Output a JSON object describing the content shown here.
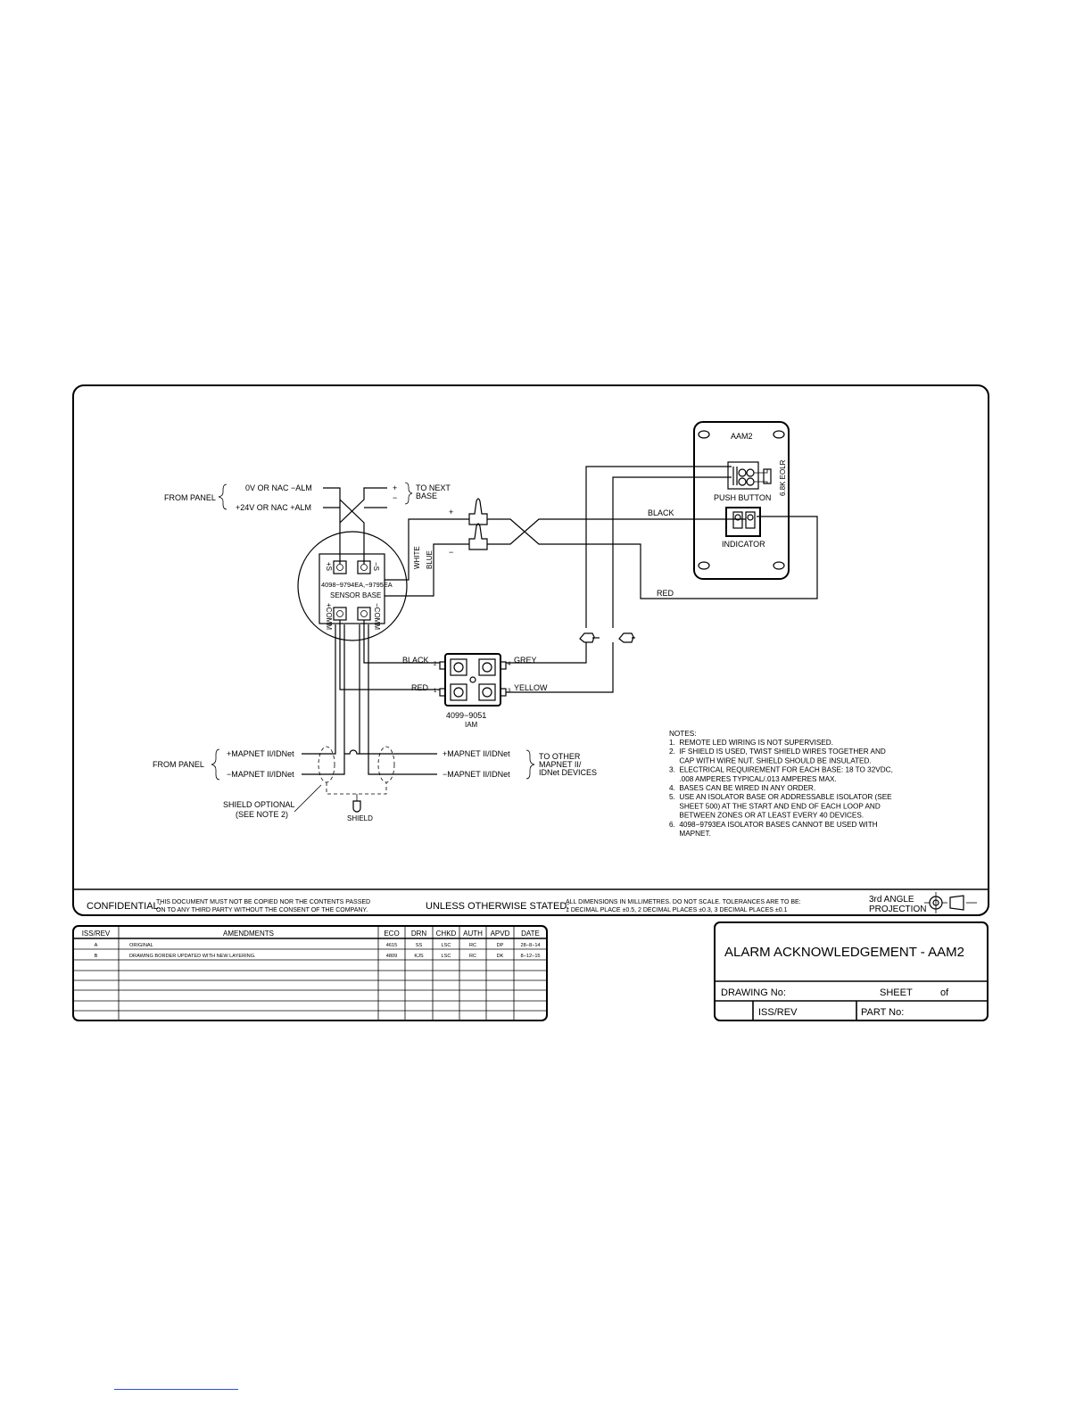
{
  "wiring": {
    "from_panel_top": "FROM PANEL",
    "ov_nac_alm": "0V OR NAC −ALM",
    "p24v_nac_alm": "+24V OR NAC +ALM",
    "plus": "+",
    "minus": "−",
    "to_next_base_1": "TO NEXT",
    "to_next_base_2": "BASE",
    "white": "WHITE",
    "blue": "BLUE",
    "wire_plus": "+",
    "wire_minus": "−",
    "black_top": "BLACK",
    "red_right": "RED"
  },
  "sensor_base": {
    "term_ps": "+S",
    "term_ms": "−S",
    "term_pcomm": "+COMM",
    "term_mcomm": "−COMM",
    "model": "4098−9794EA,−9795EA",
    "name": "SENSOR BASE"
  },
  "aam2": {
    "title": "AAM2",
    "push_button": "PUSH BUTTON",
    "indicator": "INDICATOR",
    "eolr": "6.8K EOLR"
  },
  "iam": {
    "black": "BLACK",
    "red": "RED",
    "grey": "GREY",
    "yellow": "YELLOW",
    "model": "4099−9051",
    "name": "IAM",
    "pin_black": "2",
    "pin_red": "1",
    "pin_grey": "4",
    "pin_yellow": "3"
  },
  "mapnet": {
    "from_panel": "FROM PANEL",
    "in_plus": "+MAPNET II/IDNet",
    "in_minus": "−MAPNET II/IDNet",
    "out_plus": "+MAPNET II/IDNet",
    "out_minus": "−MAPNET II/IDNet",
    "to_other_1": "TO OTHER",
    "to_other_2": "MAPNET II/",
    "to_other_3": "IDNet DEVICES",
    "shield_optional": "SHIELD OPTIONAL",
    "see_note": "(SEE NOTE 2)",
    "shield": "SHIELD"
  },
  "notes": {
    "heading": "NOTES:",
    "lines": [
      "1.  REMOTE LED WIRING IS NOT SUPERVISED.",
      "2.  IF SHIELD IS USED, TWIST SHIELD WIRES TOGETHER AND",
      "     CAP WITH WIRE NUT. SHIELD SHOULD BE INSULATED.",
      "3.  ELECTRICAL REQUIREMENT FOR EACH BASE: 18 TO 32VDC,",
      "     .008 AMPERES TYPICAL/.013 AMPERES MAX.",
      "4.  BASES CAN BE WIRED IN ANY ORDER.",
      "5.  USE AN ISOLATOR BASE OR ADDRESSABLE ISOLATOR (SEE",
      "     SHEET 500) AT THE START AND END OF EACH LOOP AND",
      "     BETWEEN ZONES OR AT LEAST EVERY 40 DEVICES.",
      "6.  4098−9793EA ISOLATOR BASES CANNOT BE USED WITH",
      "     MAPNET."
    ]
  },
  "footer": {
    "confidential_label": "CONFIDENTIAL:",
    "confidential_1": "THIS DOCUMENT MUST NOT BE COPIED NOR THE CONTENTS PASSED",
    "confidential_2": "ON TO ANY THIRD PARTY WITHOUT THE CONSENT OF THE COMPANY.",
    "unless_label": "UNLESS OTHERWISE STATED:",
    "dims_1": "ALL DIMENSIONS IN MILLIMETRES. DO NOT SCALE. TOLERANCES ARE TO BE:",
    "dims_2": "1 DECIMAL PLACE ±0.5, 2 DECIMAL PLACES ±0.3, 3 DECIMAL PLACES ±0.1",
    "projection_1": "3rd ANGLE",
    "projection_2": "PROJECTION"
  },
  "amendments": {
    "headers": [
      "ISS/REV",
      "AMENDMENTS",
      "ECO",
      "DRN",
      "CHKD",
      "AUTH",
      "APVD",
      "DATE"
    ],
    "rows": [
      [
        "A",
        "ORIGINAL",
        "4615",
        "SS",
        "LSC",
        "RC",
        "DP",
        "28−8−14"
      ],
      [
        "B",
        "DRAWING BORDER UPDATED WITH NEW LAYERING.",
        "4809",
        "KJS",
        "LSC",
        "RC",
        "DK",
        "8−12−15"
      ]
    ]
  },
  "title_block": {
    "title": "ALARM  ACKNOWLEDGEMENT  -  AAM2",
    "drawing_no": "DRAWING  No:",
    "sheet": "SHEET",
    "of": "of",
    "iss_rev": "ISS/REV",
    "part_no": "PART  No:"
  }
}
